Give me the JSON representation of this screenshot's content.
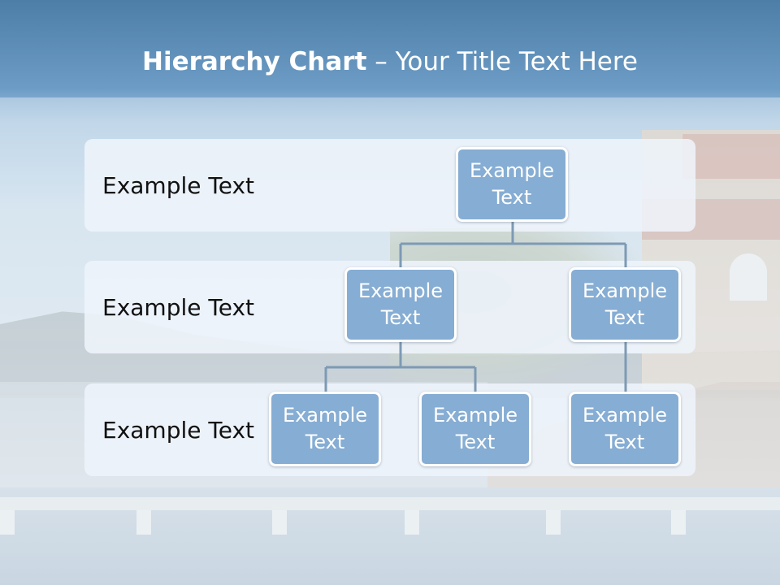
{
  "title": {
    "bold": "Hierarchy Chart",
    "rest": " – Your Title Text Here"
  },
  "levels": [
    {
      "label": "Example Text"
    },
    {
      "label": "Example Text"
    },
    {
      "label": "Example Text"
    }
  ],
  "nodes": {
    "root": "Example Text",
    "level2": [
      "Example Text",
      "Example Text"
    ],
    "level3": [
      "Example Text",
      "Example Text",
      "Example Text"
    ]
  },
  "colors": {
    "node_fill": "#86add3",
    "node_border": "#ffffff",
    "connector": "#7d9ab4",
    "band": "#eef4fa",
    "title": "#ffffff"
  }
}
